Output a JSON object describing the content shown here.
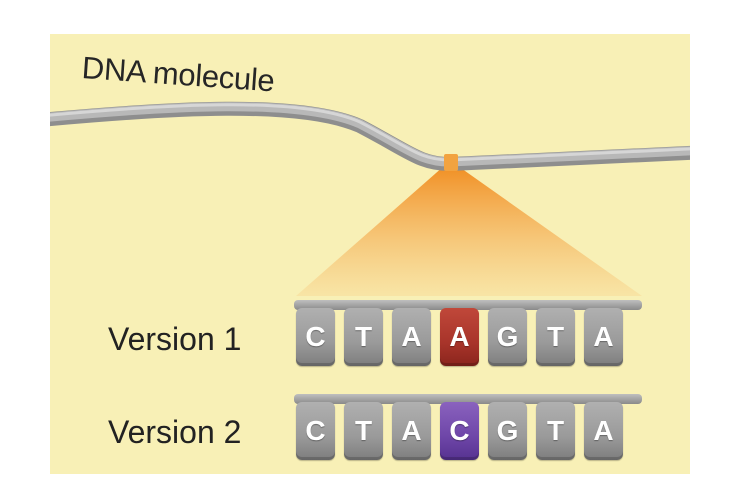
{
  "title": "DNA molecule",
  "rows": [
    {
      "label": "Version 1",
      "bases": [
        "C",
        "T",
        "A",
        "A",
        "G",
        "T",
        "A"
      ],
      "highlight_index": 3,
      "highlight_color": "#a8342a"
    },
    {
      "label": "Version 2",
      "bases": [
        "C",
        "T",
        "A",
        "C",
        "G",
        "T",
        "A"
      ],
      "highlight_index": 3,
      "highlight_color": "#6e46a8"
    }
  ],
  "colors": {
    "background": "#f8f0b6",
    "strand": "#a6a6a6",
    "marker": "#f2a340",
    "tile": "#9a9a9a"
  }
}
